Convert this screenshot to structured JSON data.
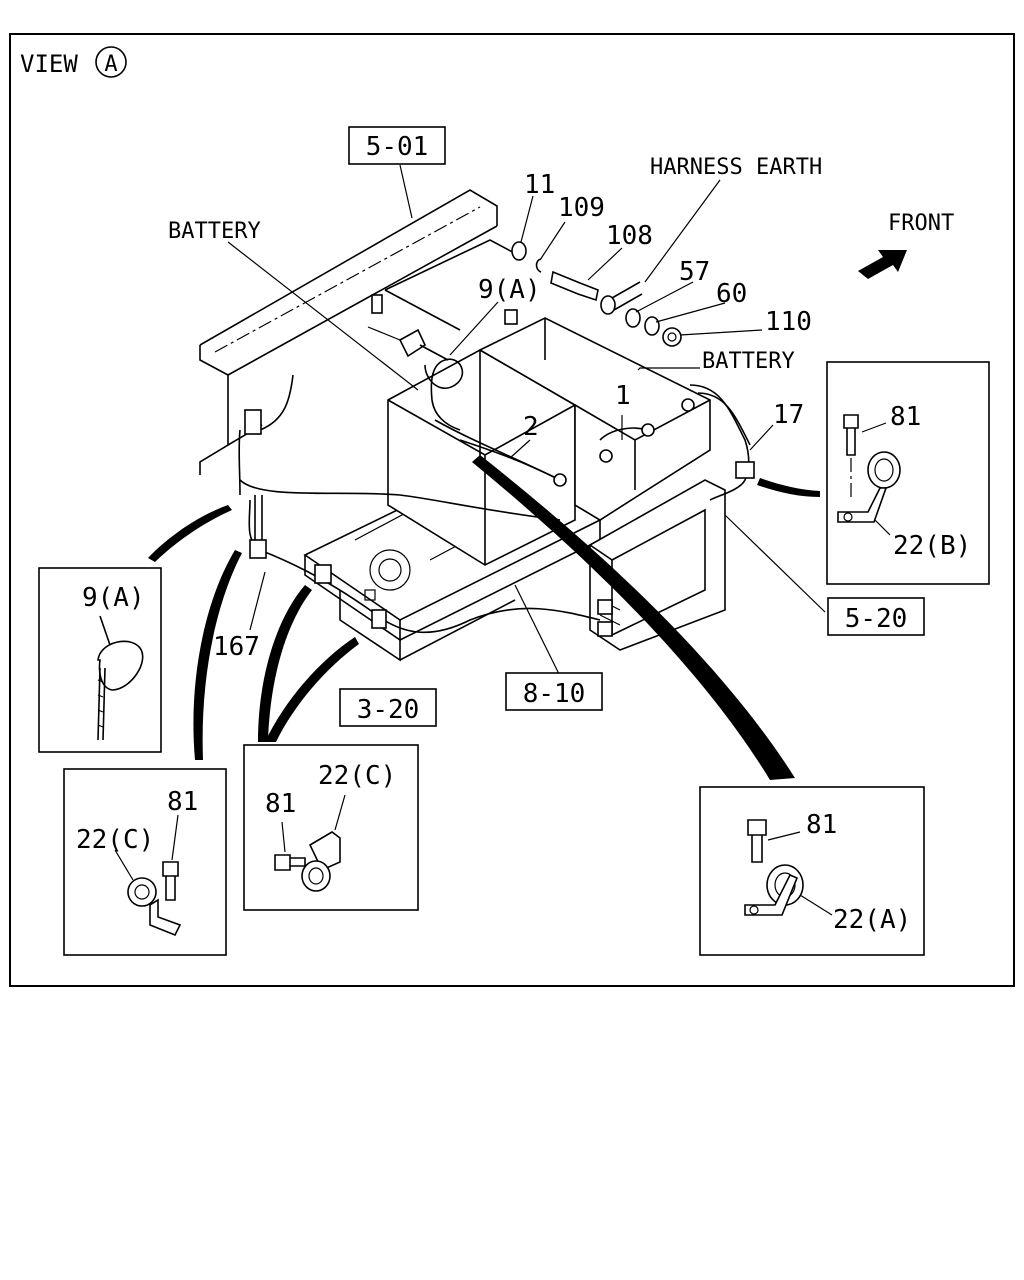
{
  "view": {
    "prefix": "VIEW",
    "letter": "A"
  },
  "refs": {
    "r501": "5-01",
    "r520": "5-20",
    "r320": "3-20",
    "r810": "8-10"
  },
  "labels": {
    "battery_left": "BATTERY",
    "battery_right": "BATTERY",
    "harness_earth": "HARNESS EARTH",
    "front": "FRONT"
  },
  "callouts": {
    "p11": "11",
    "p109": "109",
    "p108": "108",
    "p57": "57",
    "p60": "60",
    "p110": "110",
    "p9a": "9(A)",
    "p1": "1",
    "p2": "2",
    "p17": "17",
    "p167": "167"
  },
  "detail_boxes": {
    "b9a": {
      "tag": "9(A)"
    },
    "b22b": {
      "bolt": "81",
      "clip": "22(B)"
    },
    "b22c_left": {
      "bolt": "81",
      "clip": "22(C)"
    },
    "b22c_mid": {
      "bolt": "81",
      "clip": "22(C)"
    },
    "b22a": {
      "bolt": "81",
      "clip": "22(A)"
    }
  },
  "colors": {
    "ink": "#000000",
    "paper": "#ffffff"
  }
}
